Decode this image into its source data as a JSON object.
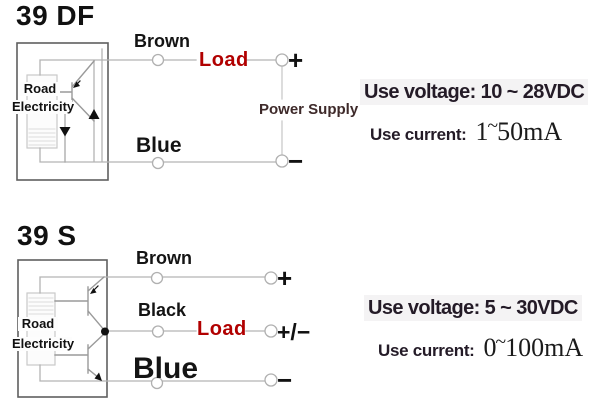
{
  "colors": {
    "load_red": "#b10000",
    "power_supply_text": "#3e2a2a",
    "spec_text": "#241b27",
    "label_text": "#141414",
    "wire_gray": "#b3b3b3"
  },
  "diagram_df": {
    "title": "39 DF",
    "sensor": {
      "line1": "Road",
      "line2": "Electricity"
    },
    "wire_brown": "Brown",
    "wire_blue": "Blue",
    "load": "Load",
    "power_supply": "Power Supply",
    "terminal_plus": "+",
    "terminal_minus": "−",
    "voltage": "Use voltage: 10 ~ 28VDC",
    "current_label": "Use current:",
    "current_start": "1",
    "current_tilde": "~",
    "current_end": "50mA"
  },
  "diagram_s": {
    "title": "39 S",
    "sensor": {
      "line1": "Road",
      "line2": "Electricity"
    },
    "wire_brown": "Brown",
    "wire_black": "Black",
    "wire_blue": "Blue",
    "load": "Load",
    "terminal_plus": "+",
    "terminal_plus_minus": "+/−",
    "terminal_minus": "−",
    "voltage": "Use voltage: 5 ~ 30VDC",
    "current_label": "Use current:",
    "current_start": "0",
    "current_tilde": "~",
    "current_end": "100mA"
  }
}
